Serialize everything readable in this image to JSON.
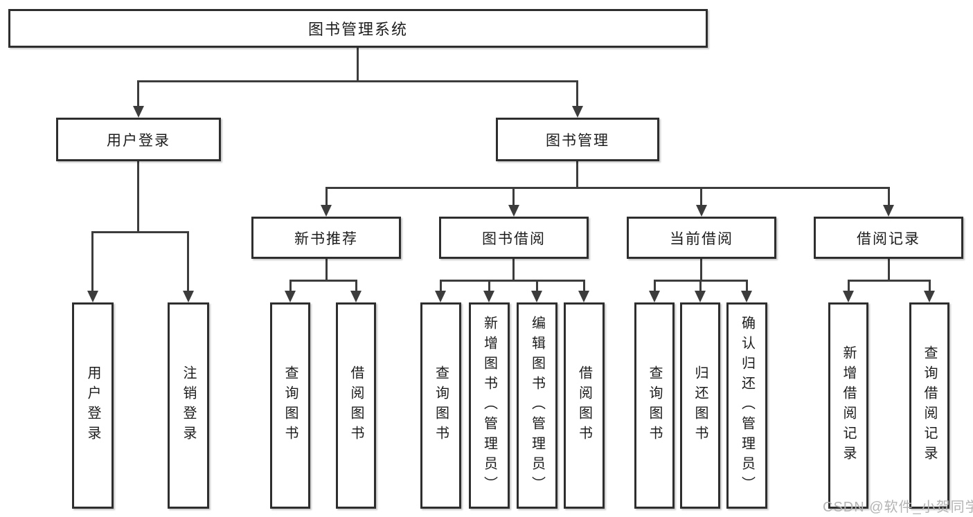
{
  "colors": {
    "background": "#ffffff",
    "box_border": "#2e2e2e",
    "connector_line": "#3c3c3c",
    "text": "#1c1c1c",
    "watermark": "#b4b4b4"
  },
  "tree": {
    "root": {
      "label": "图书管理系统"
    },
    "children": [
      {
        "label": "用户登录",
        "leaves": [
          "用户登录",
          "注销登录"
        ]
      },
      {
        "label": "图书管理",
        "children": [
          {
            "label": "新书推荐",
            "leaves": [
              "查询图书",
              "借阅图书"
            ]
          },
          {
            "label": "图书借阅",
            "leaves": [
              "查询图书",
              "新增图书（管理员）",
              "编辑图书（管理员）",
              "借阅图书"
            ]
          },
          {
            "label": "当前借阅",
            "leaves": [
              "查询图书",
              "归还图书",
              "确认归还（管理员）"
            ]
          },
          {
            "label": "借阅记录",
            "leaves": [
              "新增借阅记录",
              "查询借阅记录"
            ]
          }
        ]
      }
    ]
  },
  "watermark": {
    "text": "CSDN @软件_小贺同学"
  }
}
